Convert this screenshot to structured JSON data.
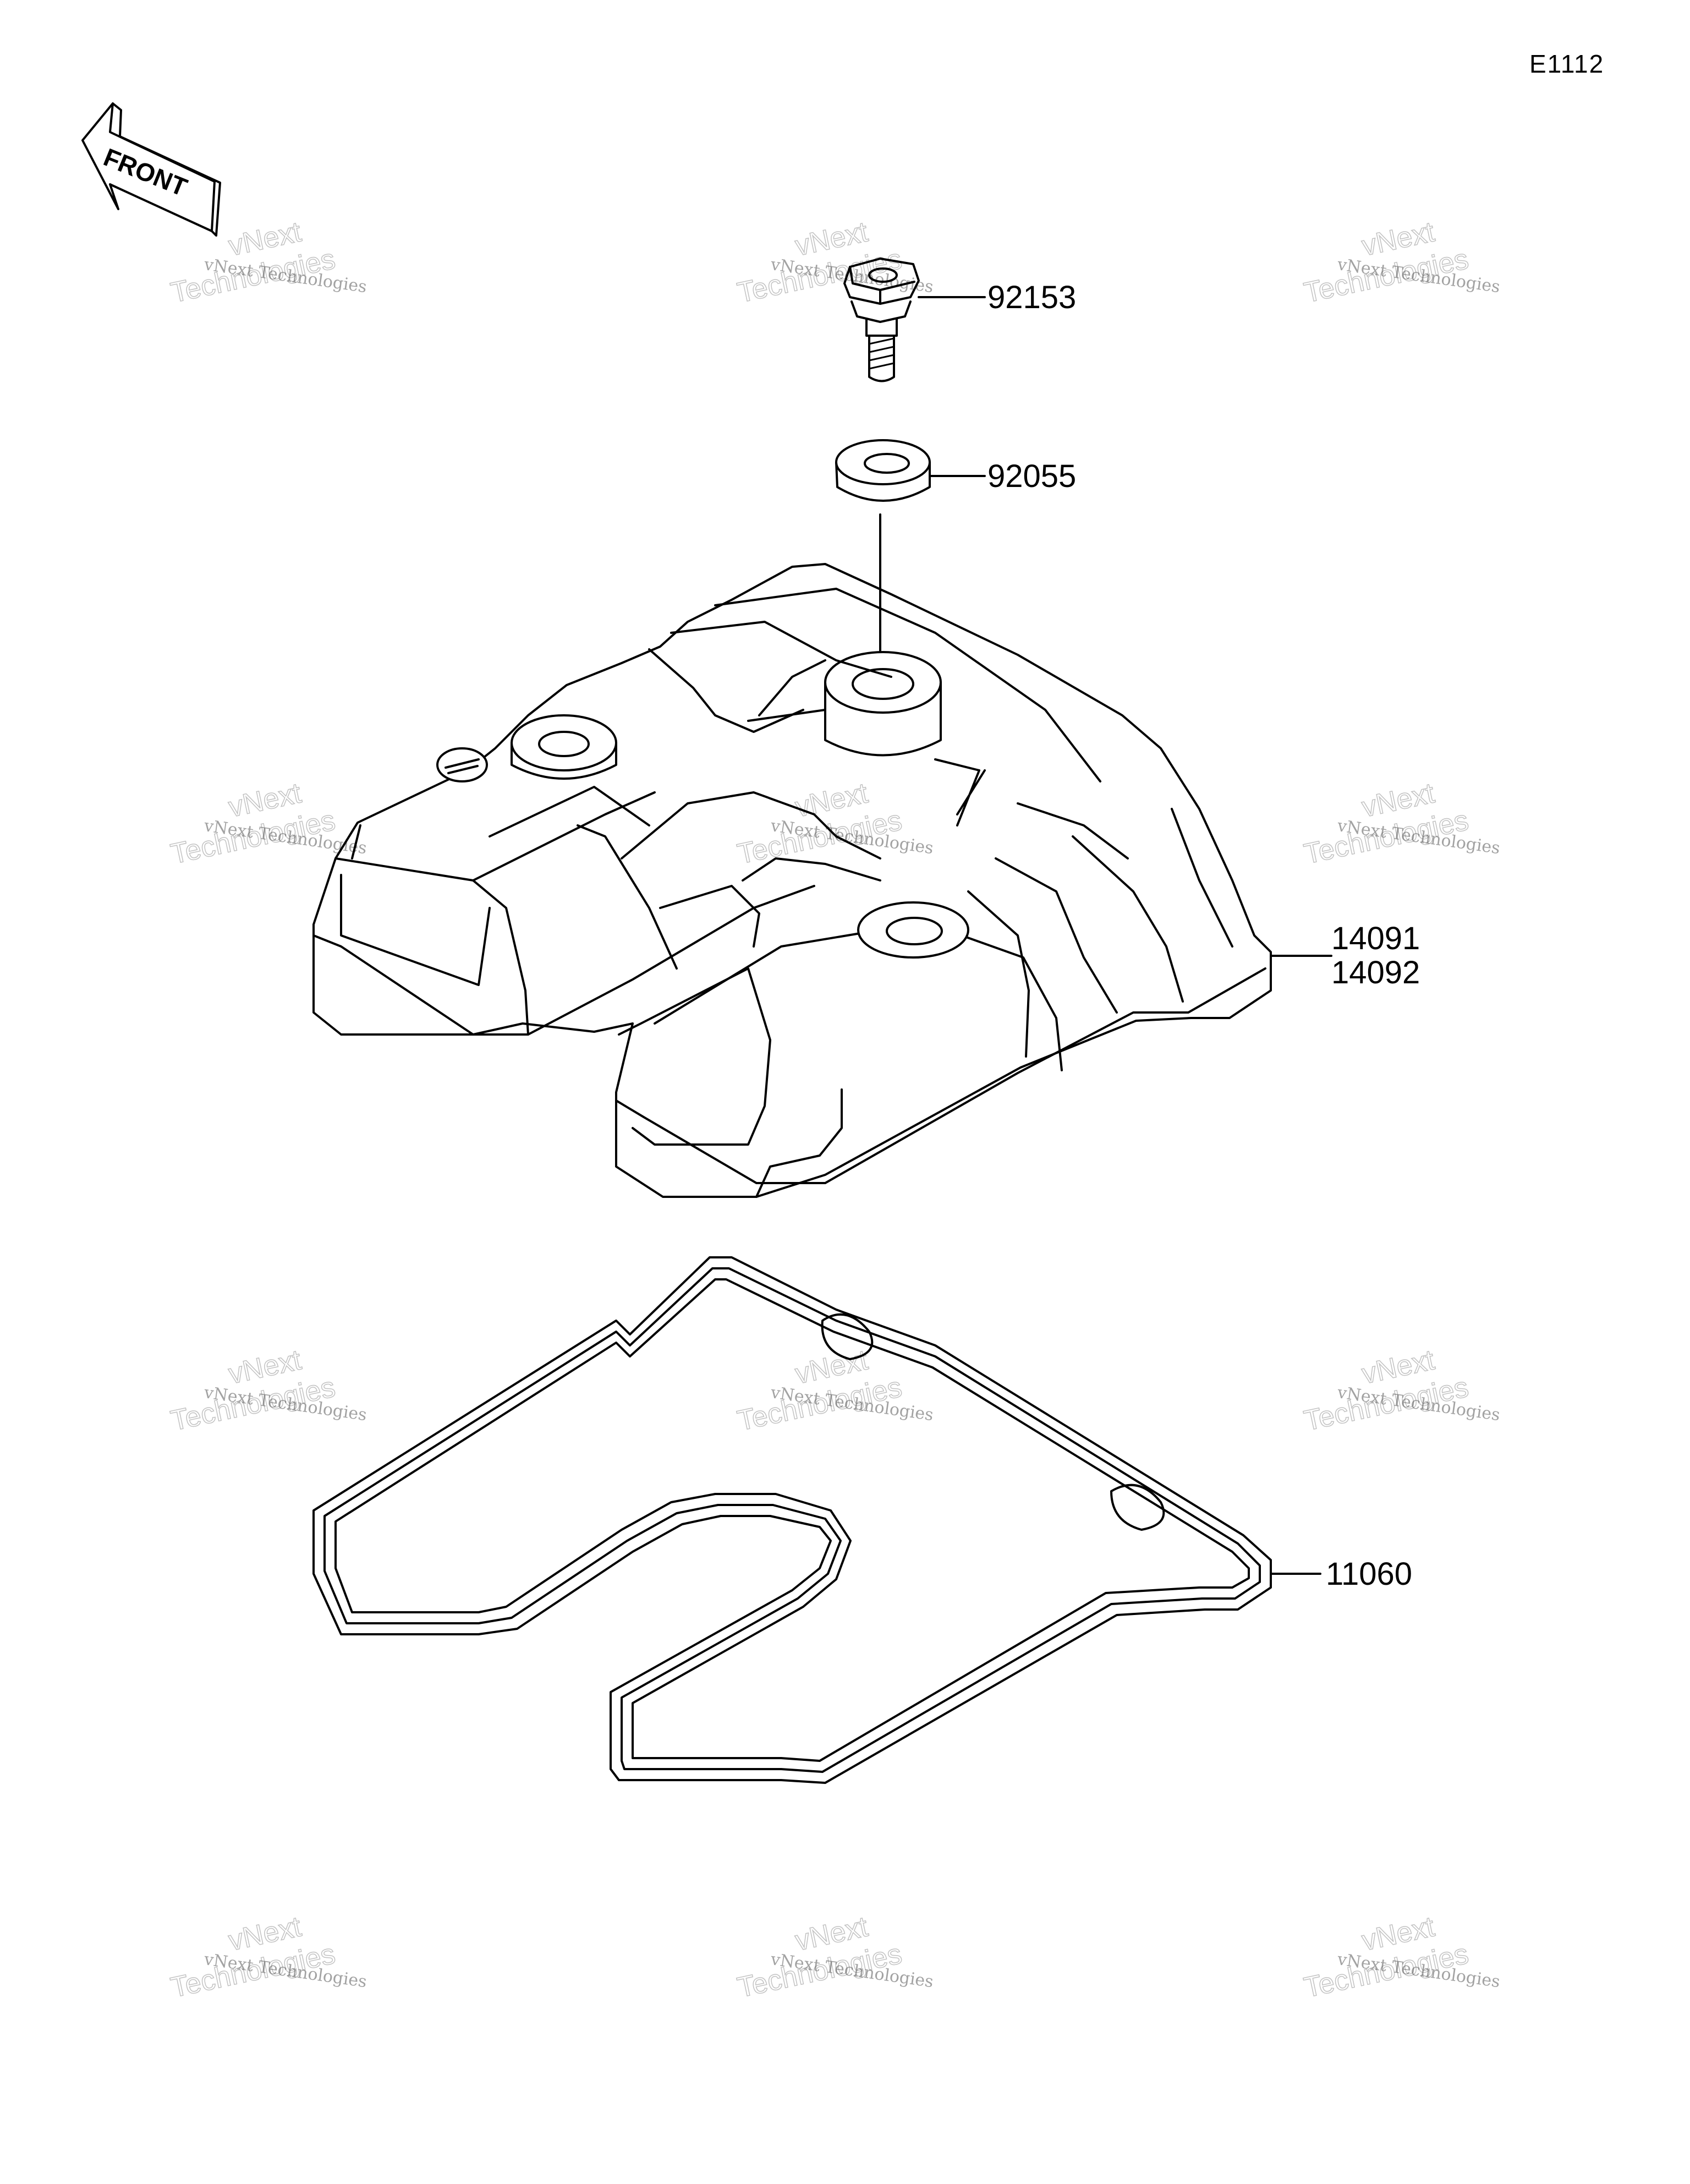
{
  "diagram_id": "E1112",
  "front_indicator": "FRONT",
  "watermark": {
    "line1": "vNext Technologies",
    "line2": "vNext",
    "line3": "Technologies"
  },
  "parts": [
    {
      "number": "92153"
    },
    {
      "number": "92055"
    },
    {
      "number": "14091"
    },
    {
      "number": "14092"
    },
    {
      "number": "11060"
    }
  ]
}
